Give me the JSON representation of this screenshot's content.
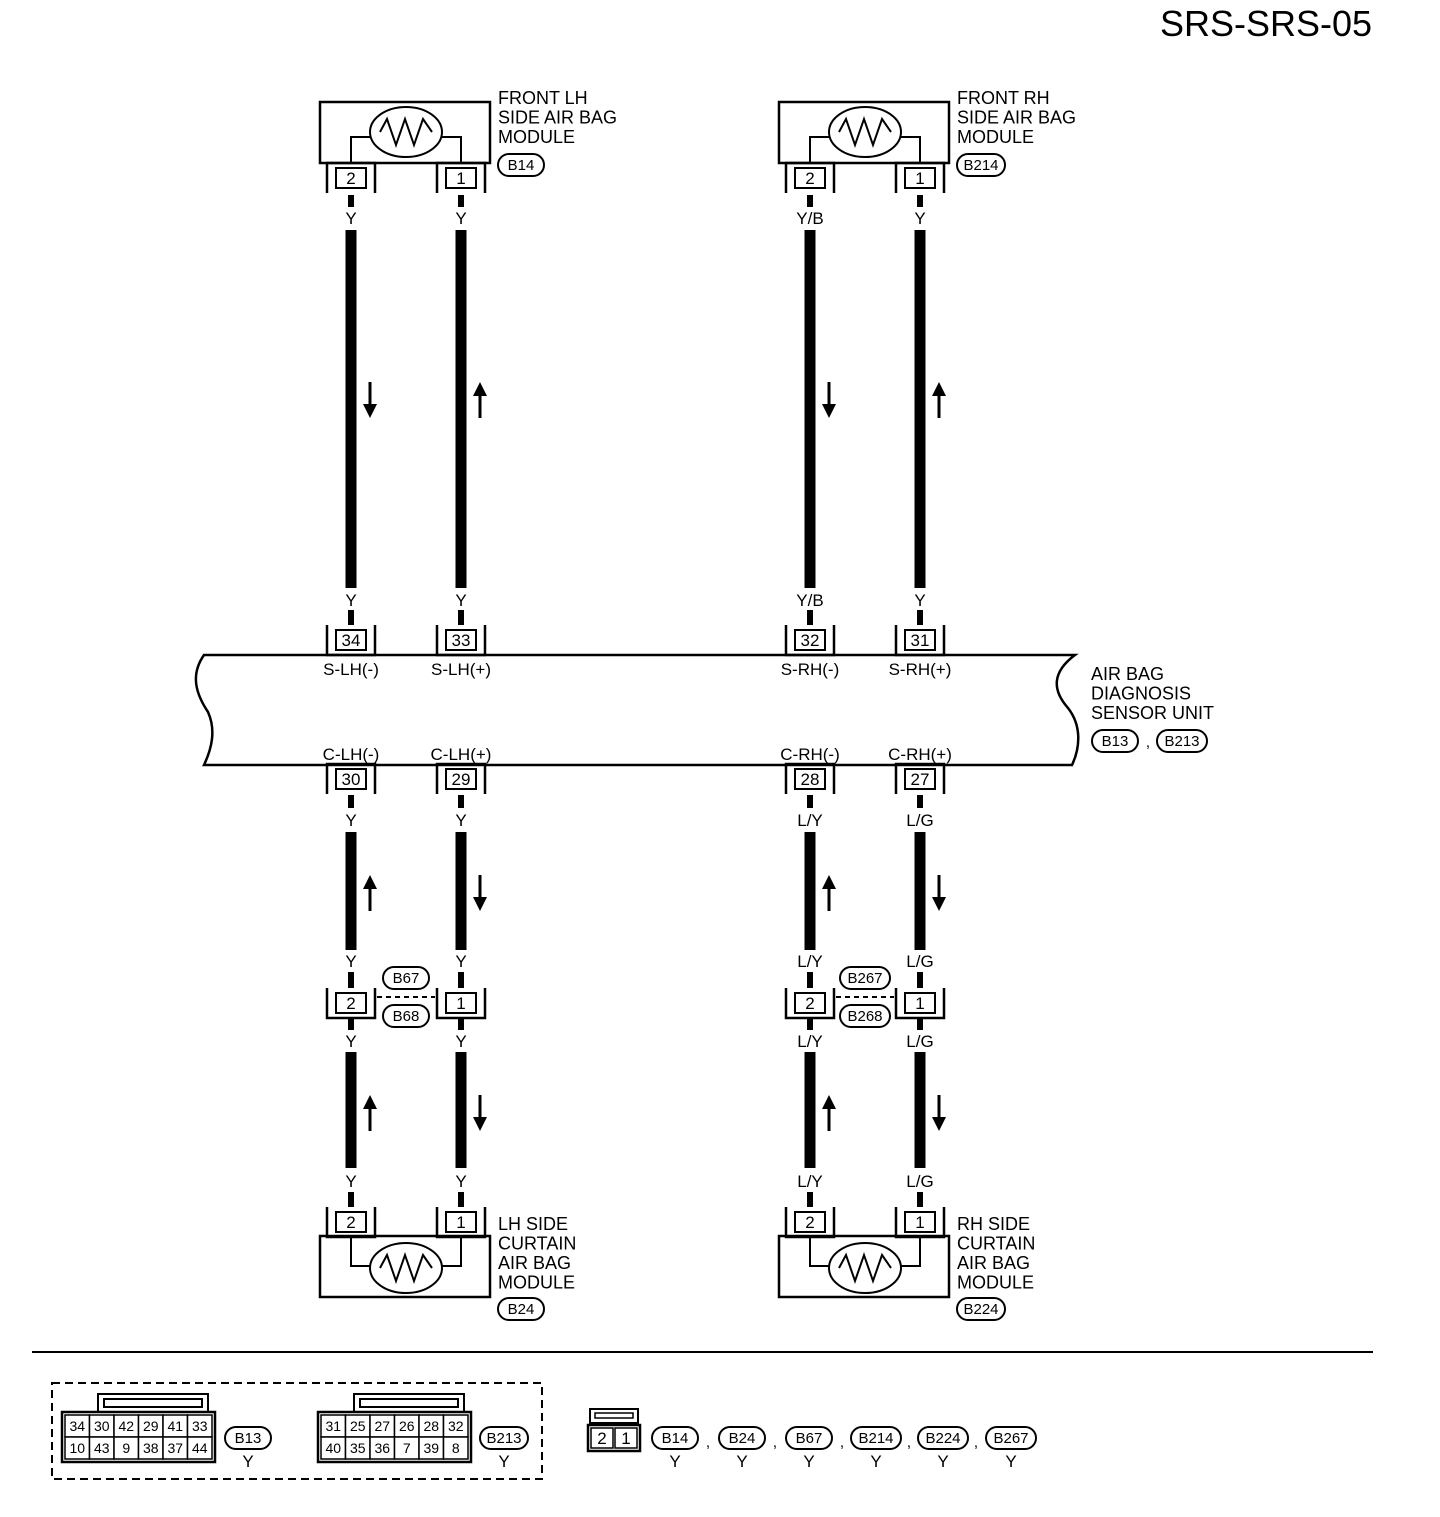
{
  "page_title": "SRS-SRS-05",
  "components": {
    "front_lh": {
      "lines": [
        "FRONT LH",
        "SIDE AIR BAG",
        "MODULE"
      ],
      "connector": "B14"
    },
    "front_rh": {
      "lines": [
        "FRONT RH",
        "SIDE AIR BAG",
        "MODULE"
      ],
      "connector": "B214"
    },
    "sensor": {
      "lines": [
        "AIR BAG",
        "DIAGNOSIS",
        "SENSOR UNIT"
      ],
      "connectors": [
        "B13",
        "B213"
      ],
      "separator": ","
    },
    "lh_curtain": {
      "lines": [
        "LH SIDE",
        "CURTAIN",
        "AIR BAG",
        "MODULE"
      ],
      "connector": "B24"
    },
    "rh_curtain": {
      "lines": [
        "RH SIDE",
        "CURTAIN",
        "AIR BAG",
        "MODULE"
      ],
      "connector": "B224"
    }
  },
  "module_pins": {
    "a": "2",
    "b": "1"
  },
  "sensor_pins": {
    "s_lh_minus": {
      "pin": "34",
      "signal": "S-LH(-)"
    },
    "s_lh_plus": {
      "pin": "33",
      "signal": "S-LH(+)"
    },
    "s_rh_minus": {
      "pin": "32",
      "signal": "S-RH(-)"
    },
    "s_rh_plus": {
      "pin": "31",
      "signal": "S-RH(+)"
    },
    "c_lh_minus": {
      "pin": "30",
      "signal": "C-LH(-)"
    },
    "c_lh_plus": {
      "pin": "29",
      "signal": "C-LH(+)"
    },
    "c_rh_minus": {
      "pin": "28",
      "signal": "C-RH(-)"
    },
    "c_rh_plus": {
      "pin": "27",
      "signal": "C-RH(+)"
    }
  },
  "wire_colors": {
    "lh_upper_a": "Y",
    "lh_upper_b": "Y",
    "rh_upper_a": "Y/B",
    "rh_upper_b": "Y",
    "lh_lower_a": "Y",
    "lh_lower_b": "Y",
    "rh_lower_a": "L/Y",
    "rh_lower_b": "L/G"
  },
  "inline_connectors": {
    "lh": {
      "top": "B67",
      "bottom": "B68",
      "pin_a": "2",
      "pin_b": "1"
    },
    "rh": {
      "top": "B267",
      "bottom": "B268",
      "pin_a": "2",
      "pin_b": "1"
    }
  },
  "connector_views": {
    "b13": {
      "rows": [
        [
          "34",
          "30",
          "42",
          "29",
          "41",
          "33"
        ],
        [
          "10",
          "43",
          "9",
          "38",
          "37",
          "44"
        ]
      ],
      "id": "B13",
      "color": "Y"
    },
    "b213": {
      "rows": [
        [
          "31",
          "25",
          "27",
          "26",
          "28",
          "32"
        ],
        [
          "40",
          "35",
          "36",
          "7",
          "39",
          "8"
        ]
      ],
      "id": "B213",
      "color": "Y"
    },
    "two_pin": {
      "pins": [
        "2",
        "1"
      ],
      "ids": [
        "B14",
        "B24",
        "B67",
        "B214",
        "B224",
        "B267"
      ],
      "color": "Y",
      "separator": ","
    }
  }
}
